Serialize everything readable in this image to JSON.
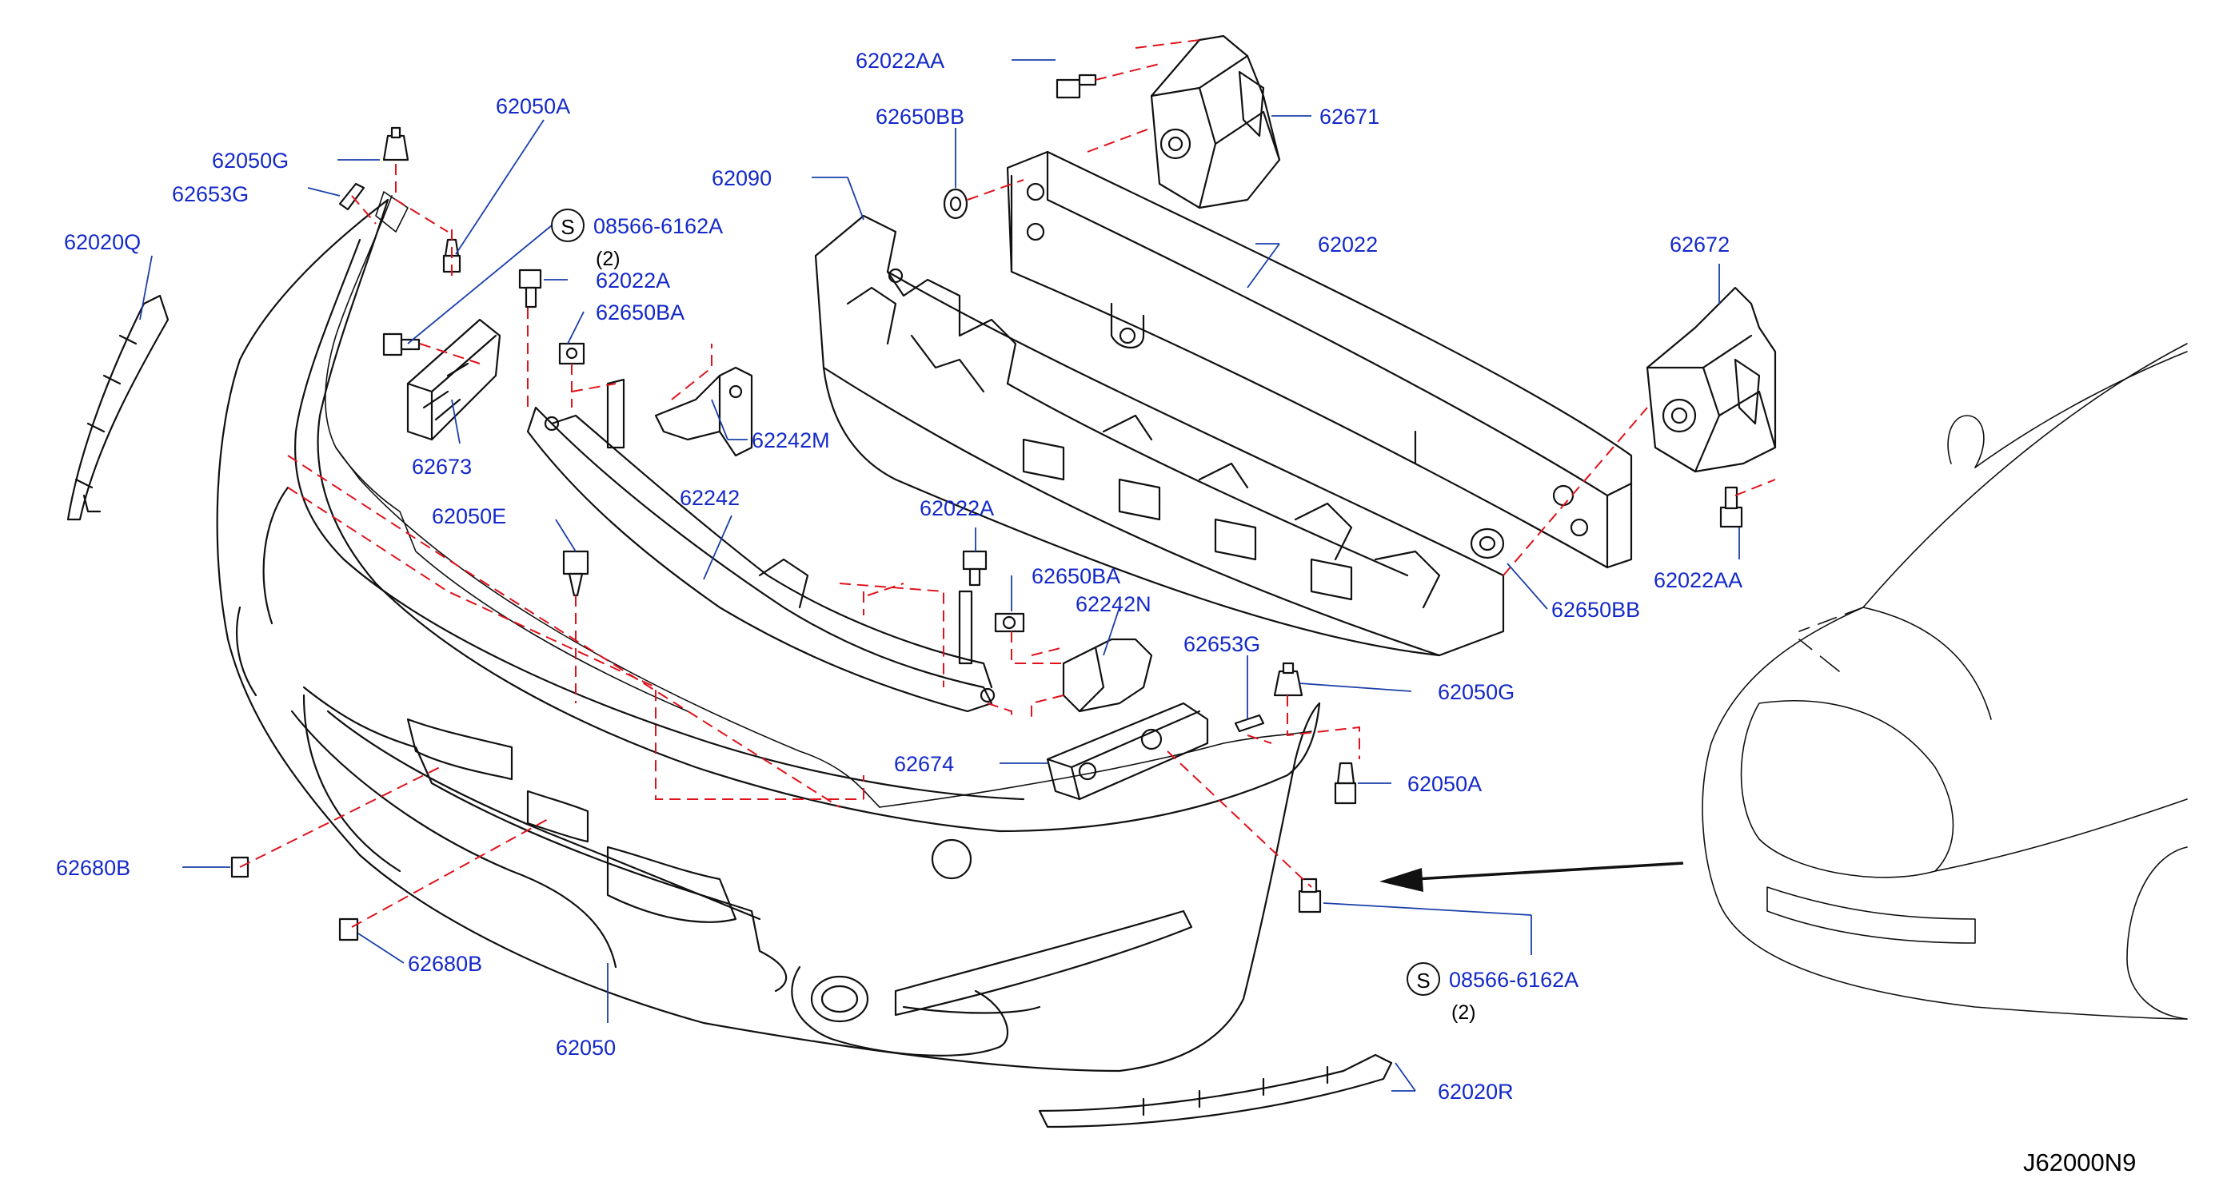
{
  "diagram_code": "J62000N9",
  "parts": [
    {
      "id": "62022AA_top",
      "number": "62022AA"
    },
    {
      "id": "62650BB",
      "number": "62650BB"
    },
    {
      "id": "62671",
      "number": "62671"
    },
    {
      "id": "62090",
      "number": "62090"
    },
    {
      "id": "62022",
      "number": "62022"
    },
    {
      "id": "62672",
      "number": "62672"
    },
    {
      "id": "62022AA_right",
      "number": "62022AA"
    },
    {
      "id": "62650BB_right",
      "number": "62650BB"
    },
    {
      "id": "62050A_top",
      "number": "62050A"
    },
    {
      "id": "62050G_top",
      "number": "62050G"
    },
    {
      "id": "62653G_top",
      "number": "62653G"
    },
    {
      "id": "62020Q",
      "number": "62020Q"
    },
    {
      "id": "08566_top",
      "number": "08566-6162A",
      "qty": "(2)"
    },
    {
      "id": "62022A_top",
      "number": "62022A"
    },
    {
      "id": "62650BA_top",
      "number": "62650BA"
    },
    {
      "id": "62242M",
      "number": "62242M"
    },
    {
      "id": "62673",
      "number": "62673"
    },
    {
      "id": "62242",
      "number": "62242"
    },
    {
      "id": "62050E",
      "number": "62050E"
    },
    {
      "id": "62022A_mid",
      "number": "62022A"
    },
    {
      "id": "62650BA_mid",
      "number": "62650BA"
    },
    {
      "id": "62242N",
      "number": "62242N"
    },
    {
      "id": "62653G_right",
      "number": "62653G"
    },
    {
      "id": "62050G_right",
      "number": "62050G"
    },
    {
      "id": "62674",
      "number": "62674"
    },
    {
      "id": "62050A_right",
      "number": "62050A"
    },
    {
      "id": "62680B_left",
      "number": "62680B"
    },
    {
      "id": "62680B_low",
      "number": "62680B"
    },
    {
      "id": "62050",
      "number": "62050"
    },
    {
      "id": "08566_low",
      "number": "08566-6162A",
      "qty": "(2)"
    },
    {
      "id": "62020R",
      "number": "62020R"
    }
  ],
  "symbols": {
    "standard_part_marker": "S"
  },
  "colors": {
    "part_label": "#1429c8",
    "leader_line": "#1a3fa8",
    "assembly_dash": "#e0121b",
    "outline": "#111111"
  }
}
